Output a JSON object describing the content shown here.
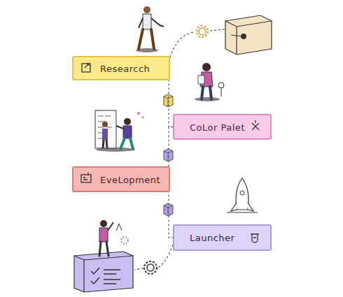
{
  "diagram": {
    "nodes": [
      {
        "text": [
          "Researcch"
        ]
      },
      {
        "text": [
          "CoLor Palet"
        ]
      },
      {
        "text": [
          "EveLopment"
        ]
      },
      {
        "text": [
          "Launcher"
        ]
      }
    ],
    "edges": [
      {
        "from": 0,
        "to": 1,
        "arrow": "none"
      },
      {
        "from": 1,
        "to": 2,
        "arrow": "none"
      },
      {
        "from": 2,
        "to": 3,
        "arrow": "none"
      }
    ]
  }
}
